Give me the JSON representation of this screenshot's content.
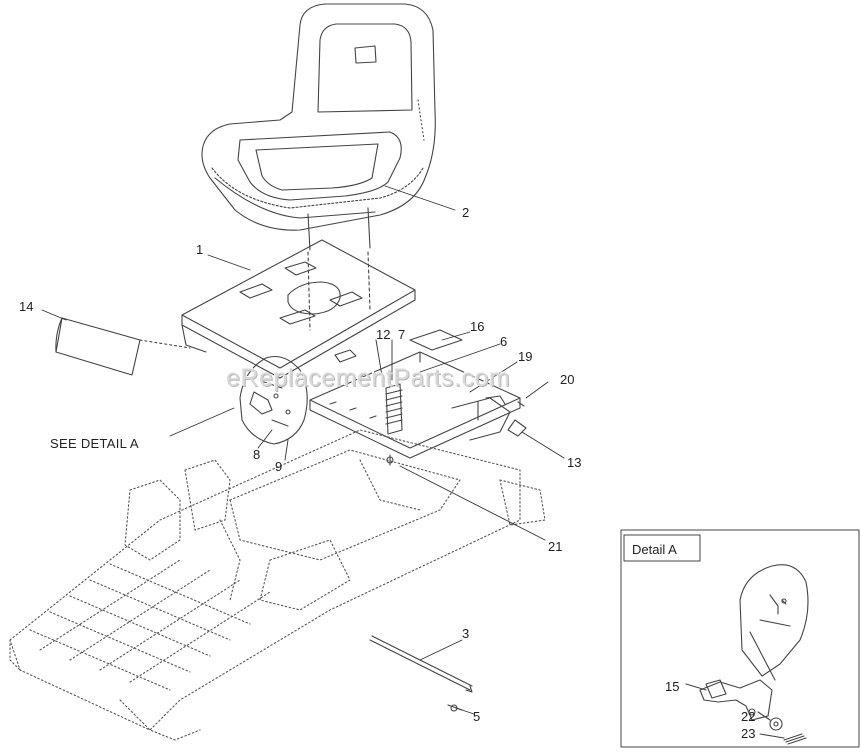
{
  "watermark": "eReplacementParts.com",
  "see_detail": "SEE DETAIL  A",
  "detail_title": "Detail A",
  "callouts": {
    "c1": "1",
    "c2": "2",
    "c3": "3",
    "c5": "5",
    "c6": "6",
    "c7": "7",
    "c8": "8",
    "c9": "9",
    "c12": "12",
    "c13": "13",
    "c14": "14",
    "c15": "15",
    "c16": "16",
    "c19": "19",
    "c20": "20",
    "c21": "21",
    "c22": "22",
    "c23": "23"
  }
}
